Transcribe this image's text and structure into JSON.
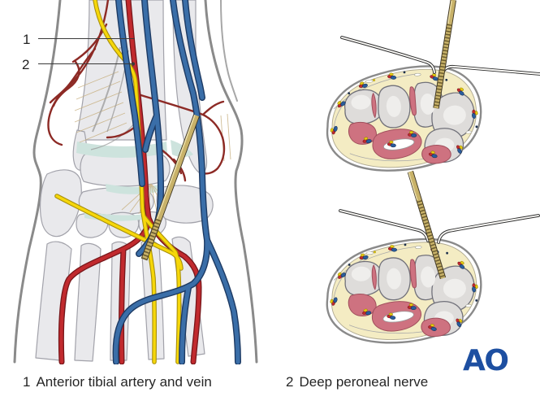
{
  "figure": {
    "callouts": [
      {
        "number": "1"
      },
      {
        "number": "2"
      }
    ],
    "captions": [
      {
        "number": "1",
        "label": "Anterior tibial artery and vein"
      },
      {
        "number": "2",
        "label": "Deep peroneal nerve"
      }
    ]
  },
  "logo": {
    "text": "AO",
    "color": "#1d4fa1"
  },
  "colors": {
    "artery": "#c12a2e",
    "artery_outline": "#77161a",
    "artery_small": "#8d2a25",
    "vein": "#3a6ea8",
    "vein_outline": "#1d3a63",
    "nerve": "#f6d70a",
    "nerve_outline": "#a8900a",
    "pin_gold": "#c8b269",
    "pin_outline": "#3d3524",
    "pin_thread": "#6b5c2e",
    "pin_highlight": "#ece0ac",
    "bone_fill": "#e9e9ec",
    "bone_outline": "#a2a2aa",
    "xsec_bone_fill": "#dedcda",
    "xsec_bone_outline": "#71717a",
    "joint_space": "#cde3dd",
    "muscle": "#ce7280",
    "muscle_outline": "#a04f5c",
    "fat": "#f4ecc3",
    "skin_outline": "#8a8a8a",
    "caption_text": "#262626"
  }
}
